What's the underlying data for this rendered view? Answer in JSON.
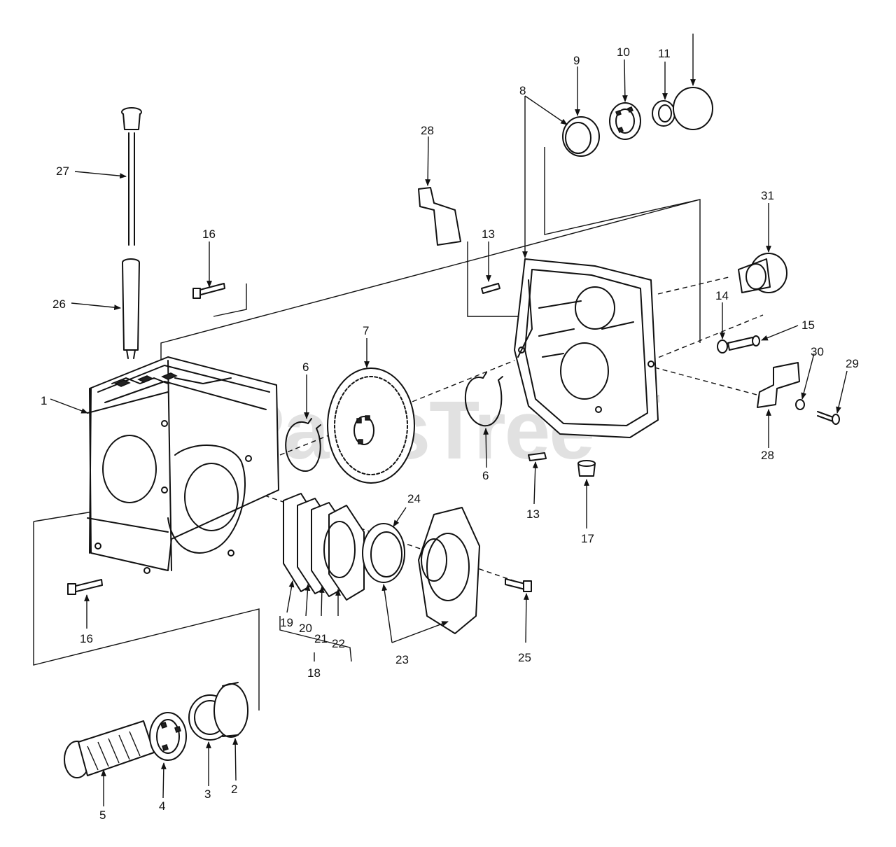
{
  "watermark": {
    "text": "PartsTree",
    "tm": "TM"
  },
  "callouts": [
    "1",
    "2",
    "3",
    "4",
    "5",
    "6",
    "6",
    "7",
    "8",
    "9",
    "10",
    "11",
    "13",
    "13",
    "14",
    "15",
    "16",
    "16",
    "17",
    "18",
    "19",
    "20",
    "21",
    "22",
    "23",
    "24",
    "25",
    "26",
    "27",
    "28",
    "28",
    "29",
    "30",
    "31"
  ]
}
